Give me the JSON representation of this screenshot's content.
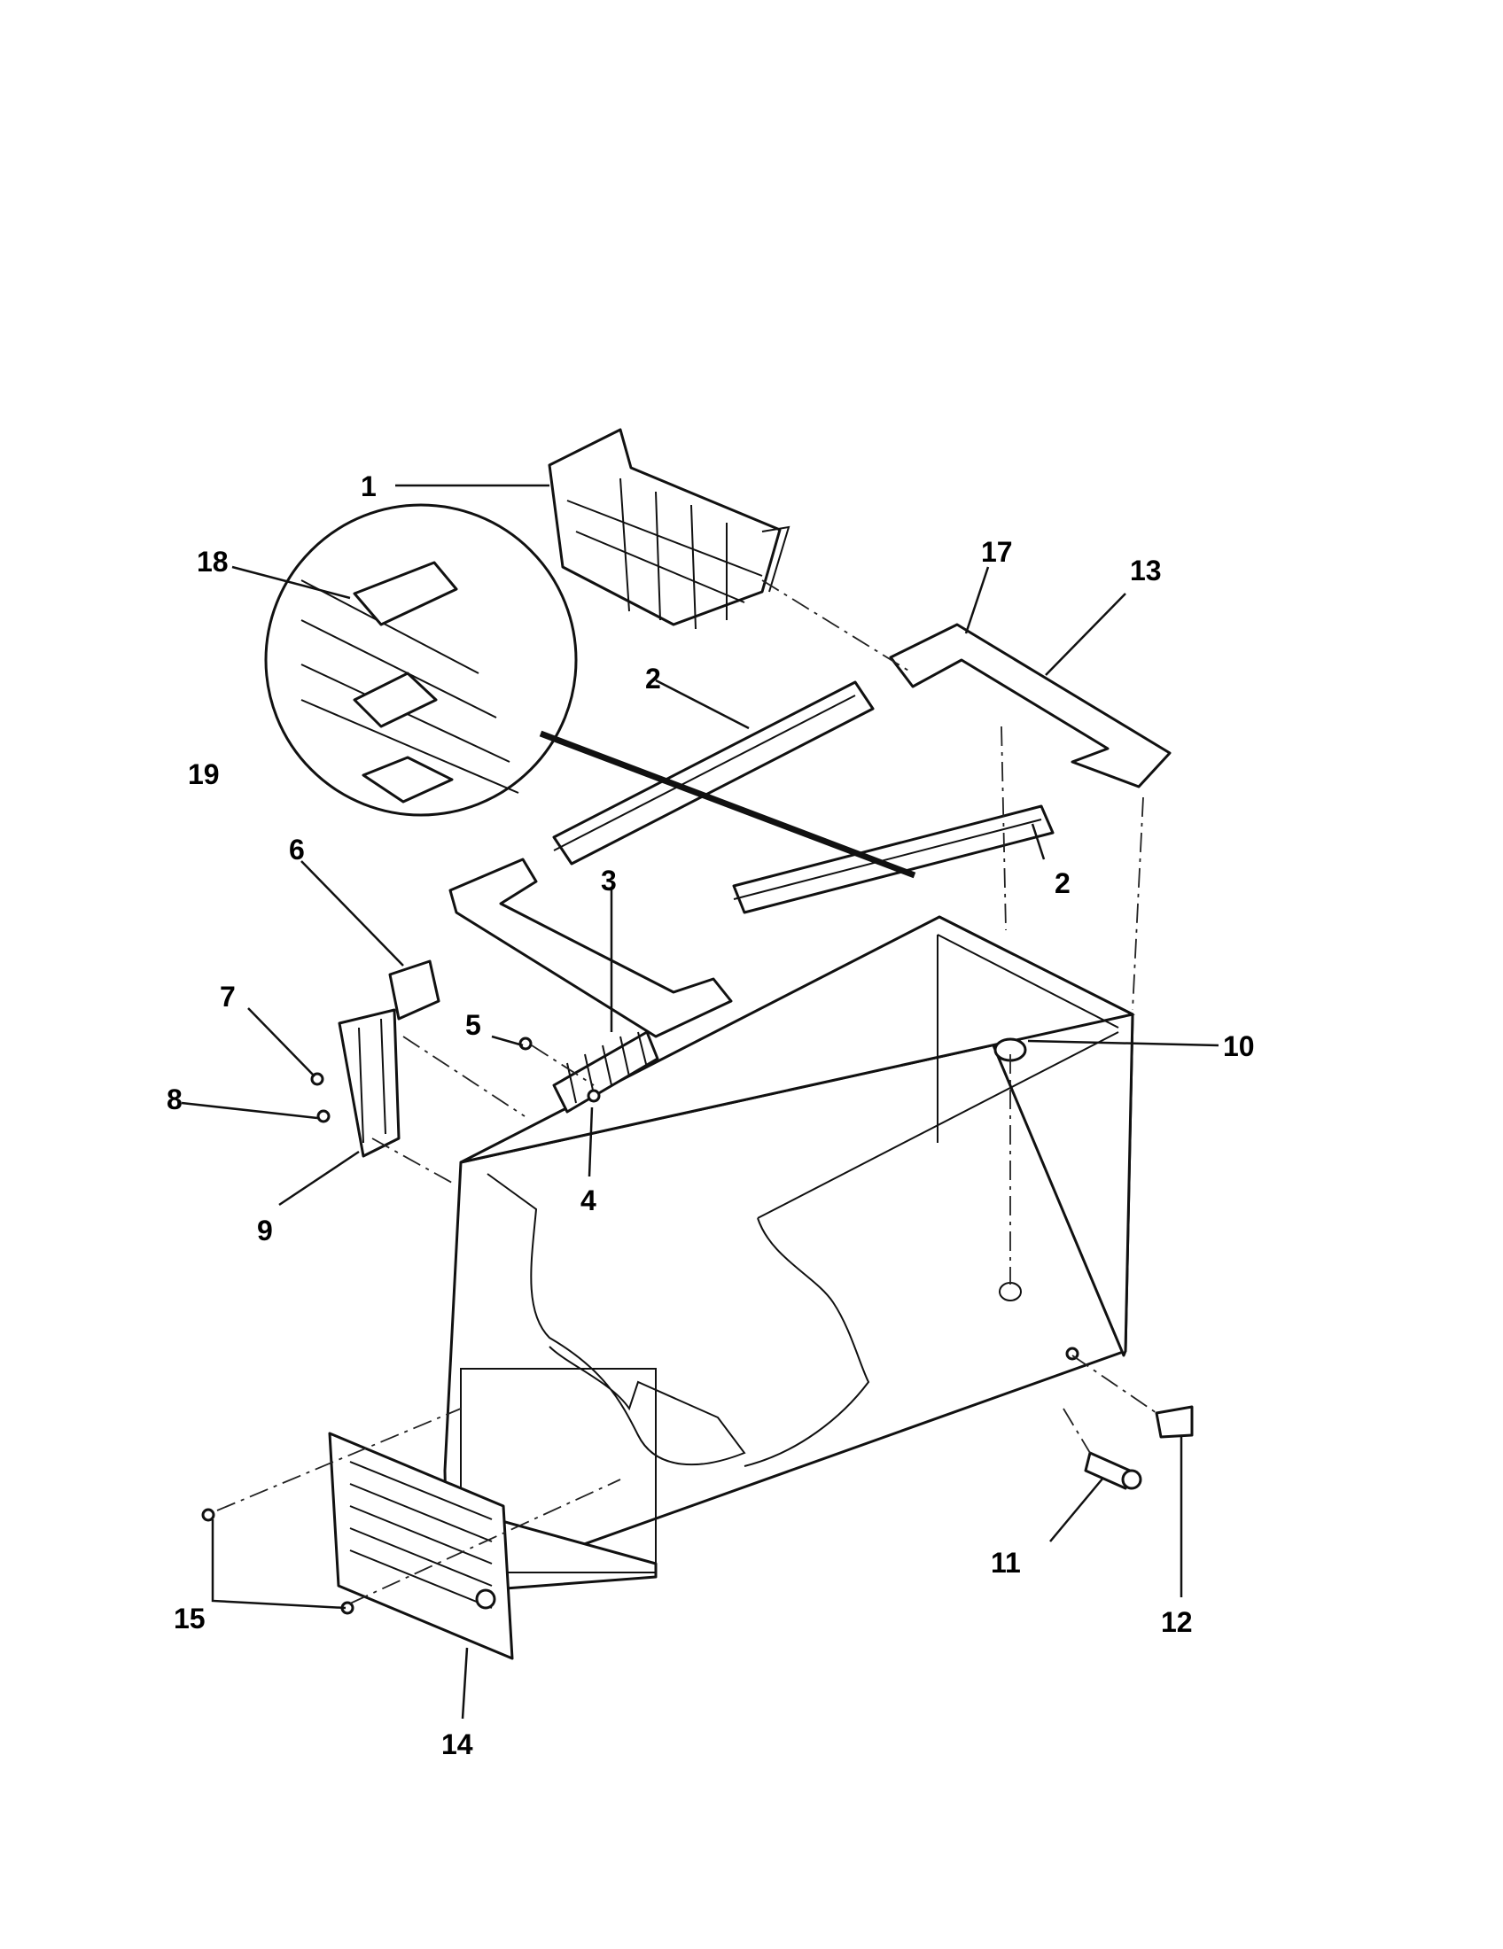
{
  "diagram": {
    "callouts": [
      "1",
      "2",
      "2",
      "3",
      "4",
      "5",
      "6",
      "7",
      "8",
      "9",
      "10",
      "11",
      "12",
      "13",
      "14",
      "15",
      "17",
      "18",
      "19"
    ]
  }
}
